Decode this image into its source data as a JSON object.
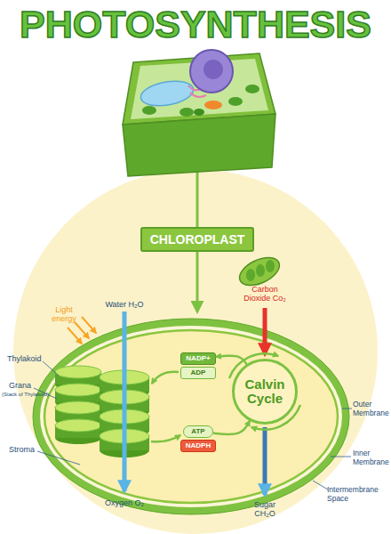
{
  "diagram": {
    "title": "PHOTOSYNTHESIS",
    "nodes": [
      {
        "text": [
          "CHLOROPLAST"
        ]
      },
      {
        "text": [
          "NADP+"
        ]
      },
      {
        "text": [
          "ADP"
        ]
      },
      {
        "text": [
          "Calvin Cycle"
        ]
      },
      {
        "text": [
          "ATP"
        ]
      },
      {
        "text": [
          "NADPH"
        ]
      }
    ],
    "edges": [
      {
        "from": 3,
        "to": 1,
        "arrow": "to"
      },
      {
        "from": 4,
        "to": 3,
        "arrow": "to"
      }
    ],
    "labels": [
      "Light energy",
      "Water H₂O",
      "Carbon Dioxide Co₂",
      "Thylakoid",
      "Grana",
      "(Stack of Thylakoid)",
      "Stroma",
      "Outer Membrane",
      "Inner Membrane",
      "Intermembrane Space",
      "Oxygen O₂",
      "Sugar CH₂O"
    ]
  }
}
